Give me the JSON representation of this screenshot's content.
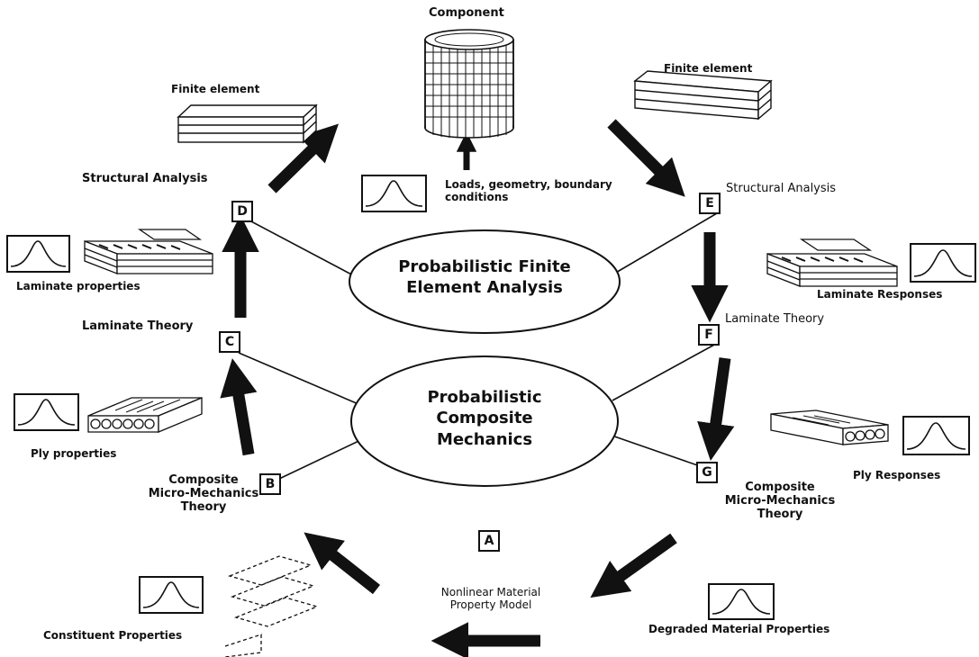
{
  "top": {
    "component_label": "Component",
    "loads_label_line1": "Loads, geometry, boundary",
    "loads_label_line2": "conditions"
  },
  "left": {
    "finite_element_label": "Finite element",
    "structural_analysis_label": "Structural Analysis",
    "laminate_properties_label": "Laminate properties",
    "laminate_theory_label": "Laminate Theory",
    "ply_properties_label": "Ply properties",
    "micromechanics_line1": "Composite",
    "micromechanics_line2": "Micro-Mechanics",
    "micromechanics_line3": "Theory",
    "constituent_properties_label": "Constituent Properties"
  },
  "right": {
    "finite_element_label": "Finite element",
    "structural_analysis_label": "Structural Analysis",
    "laminate_responses_label": "Laminate Responses",
    "laminate_theory_label": "Laminate Theory",
    "ply_responses_label": "Ply Responses",
    "micromechanics_line1": "Composite",
    "micromechanics_line2": "Micro-Mechanics",
    "micromechanics_line3": "Theory",
    "degraded_label": "Degraded Material Properties"
  },
  "bottom": {
    "nonlinear_line1": "Nonlinear Material",
    "nonlinear_line2": "Property Model"
  },
  "nodes": {
    "A": "A",
    "B": "B",
    "C": "C",
    "D": "D",
    "E": "E",
    "F": "F",
    "G": "G"
  },
  "ellipses": {
    "pfea_line1": "Probabilistic Finite",
    "pfea_line2": "Element Analysis",
    "pcm_line1": "Probabilistic",
    "pcm_line2": "Composite",
    "pcm_line3": "Mechanics"
  }
}
